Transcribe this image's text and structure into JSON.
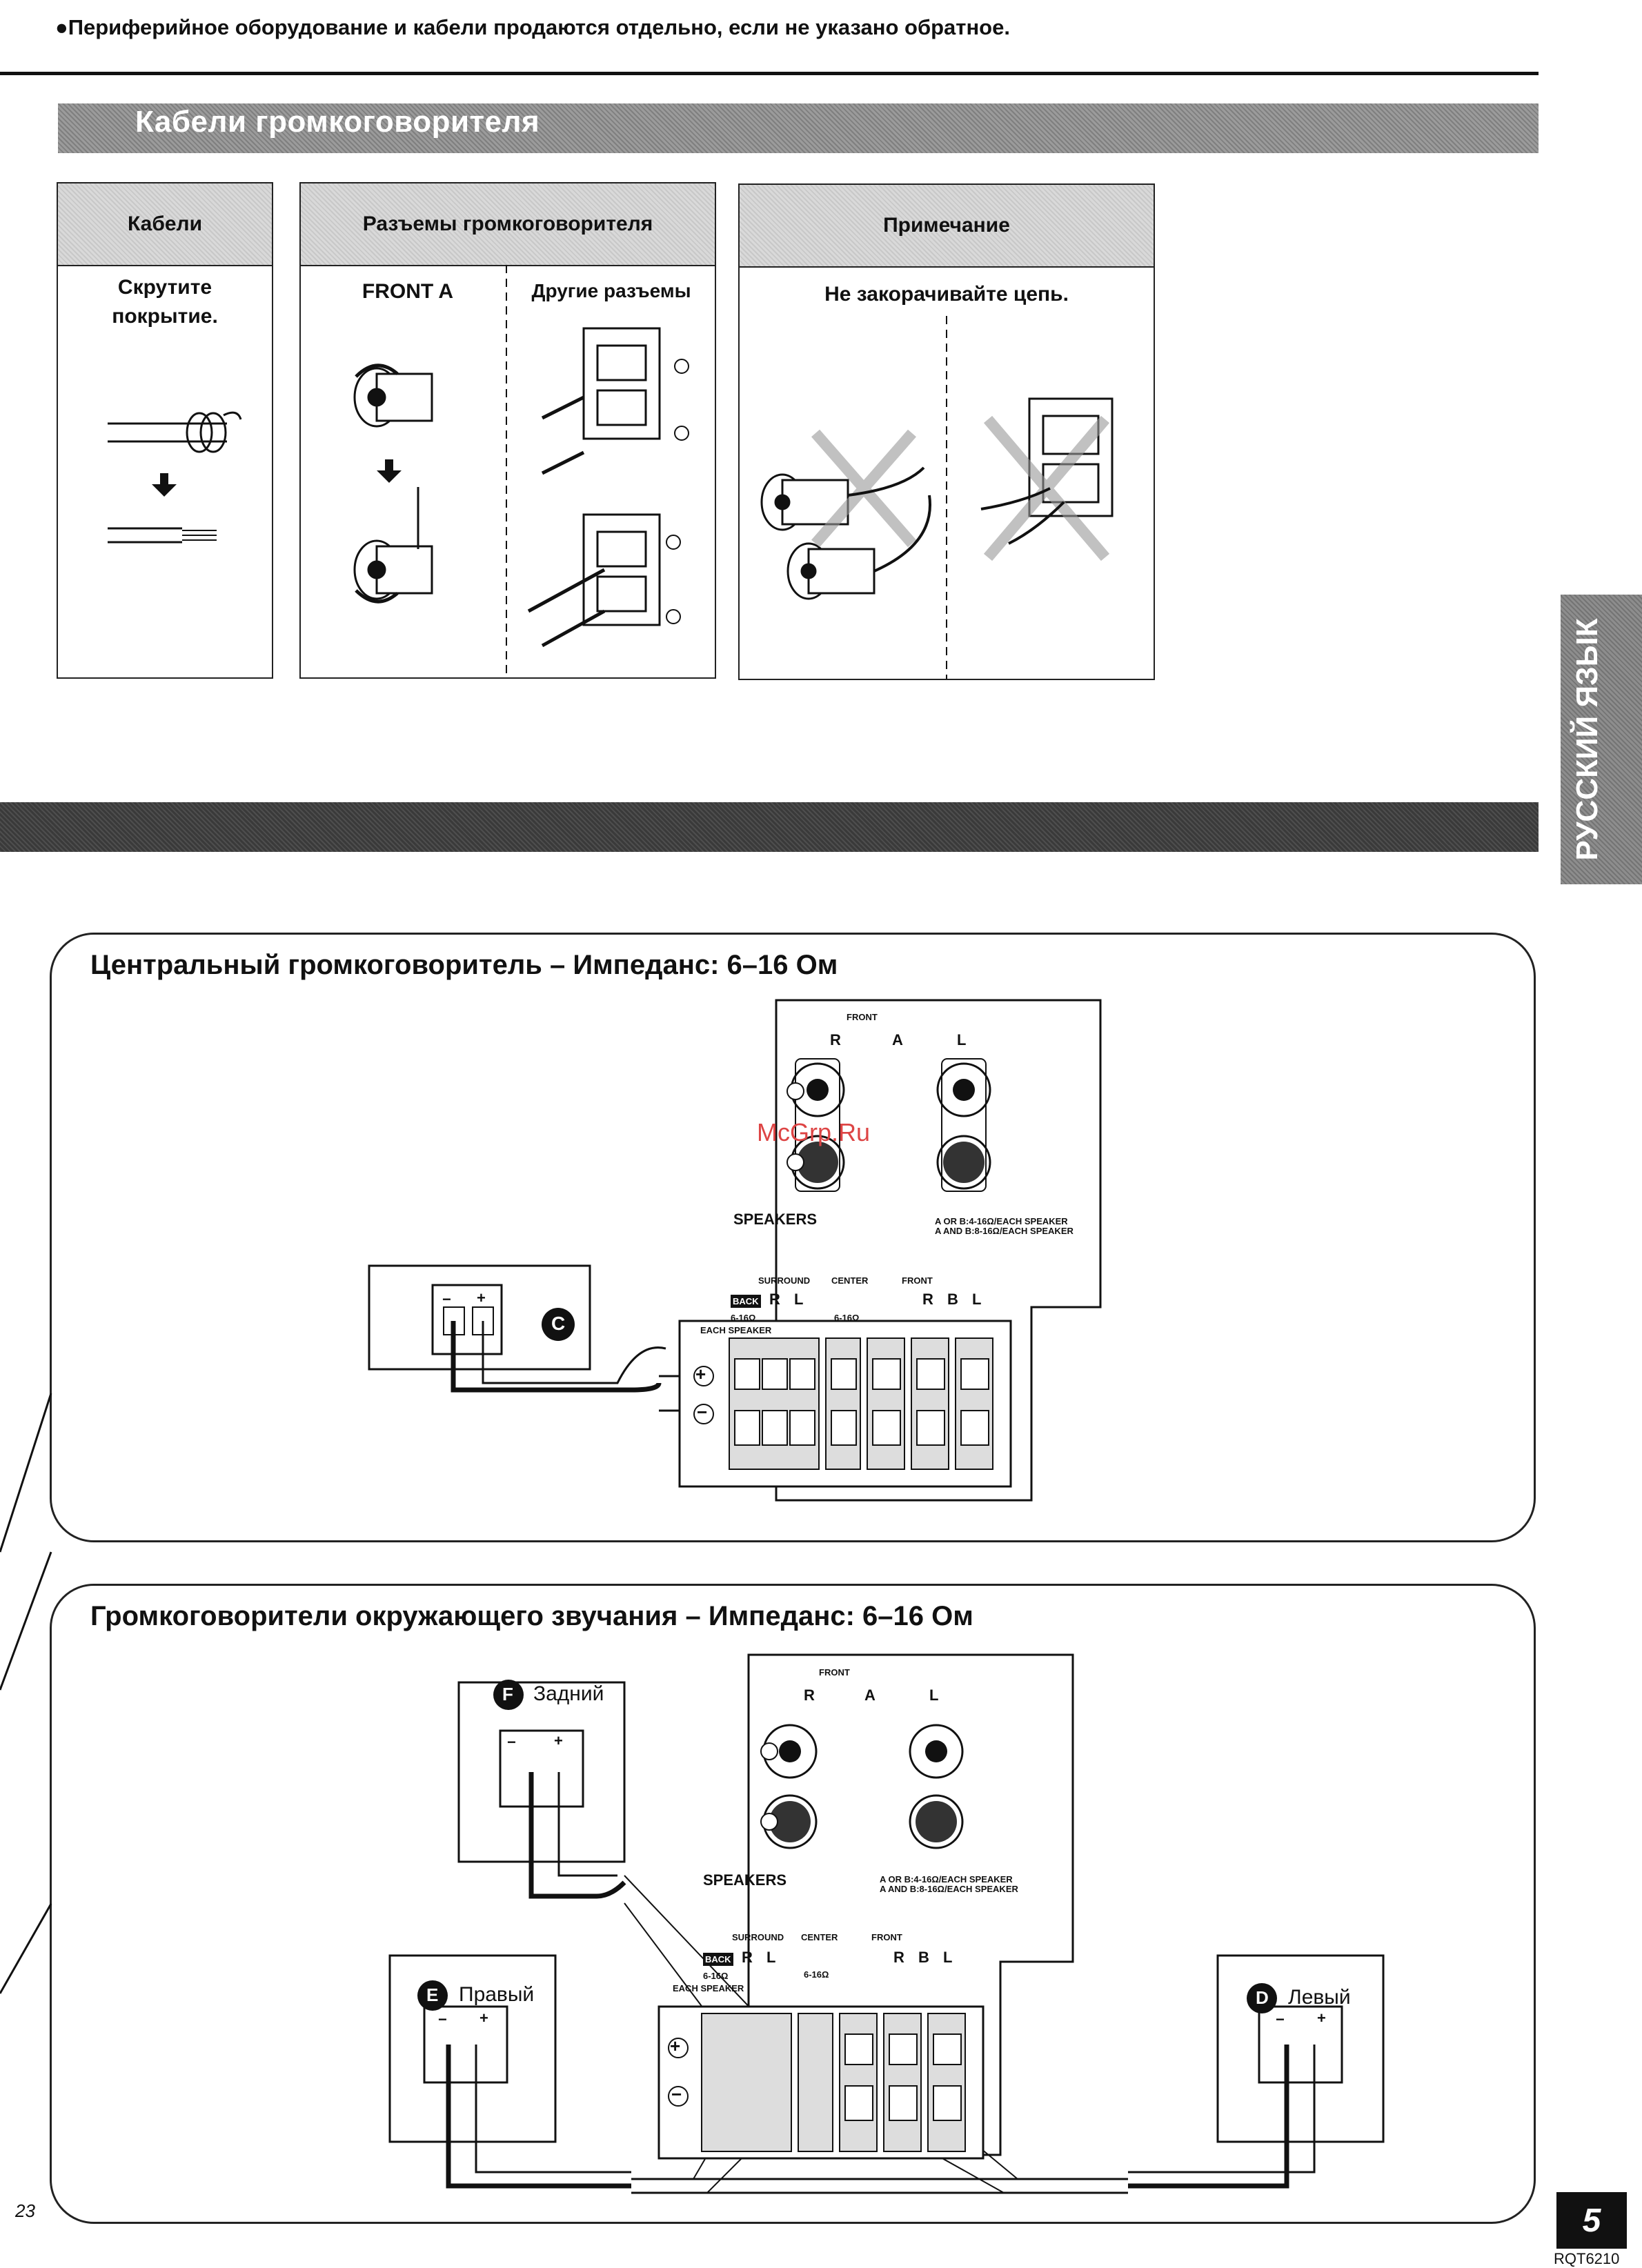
{
  "top_note": "●Периферийное оборудование и кабели продаются отдельно, если не указано обратное.",
  "section1": {
    "title": "Кабели громкоговорителя",
    "cables": {
      "head": "Кабели",
      "instruction": "Скрутите покрытие."
    },
    "connectors": {
      "head": "Разъемы громкоговорителя",
      "front_a": "FRONT A",
      "other": "Другие разъемы"
    },
    "note": {
      "head": "Примечание",
      "text": "Не закорачивайте цепь."
    }
  },
  "side_tab": "РУССКИЙ ЯЗЫК",
  "panel_center": {
    "title": "Центральный громкоговоритель – Импеданс: 6–16 Ом",
    "label_c": "C",
    "watermark": "McGrp.Ru"
  },
  "panel_surround": {
    "title": "Громкоговорители окружающего звучания – Импеданс: 6–16 Ом",
    "rear": {
      "badge": "F",
      "label": "Задний"
    },
    "right": {
      "badge": "E",
      "label": "Правый"
    },
    "left": {
      "badge": "D",
      "label": "Левый"
    }
  },
  "terminal": {
    "front": "FRONT",
    "r": "R",
    "a": "A",
    "l": "L",
    "b": "B",
    "speakers": "SPEAKERS",
    "imp_line1": "A  OR  B:4-16Ω/EACH SPEAKER",
    "imp_line2": "A  AND B:8-16Ω/EACH SPEAKER",
    "surround": "SURROUND",
    "center": "CENTER",
    "back": "BACK",
    "surround_imp": "6-16Ω",
    "each_speaker": "EACH SPEAKER",
    "center_imp": "6-16Ω",
    "plus": "+",
    "minus": "−"
  },
  "page_number": "5",
  "doc_code": "RQT6210",
  "left_page_number": "23"
}
